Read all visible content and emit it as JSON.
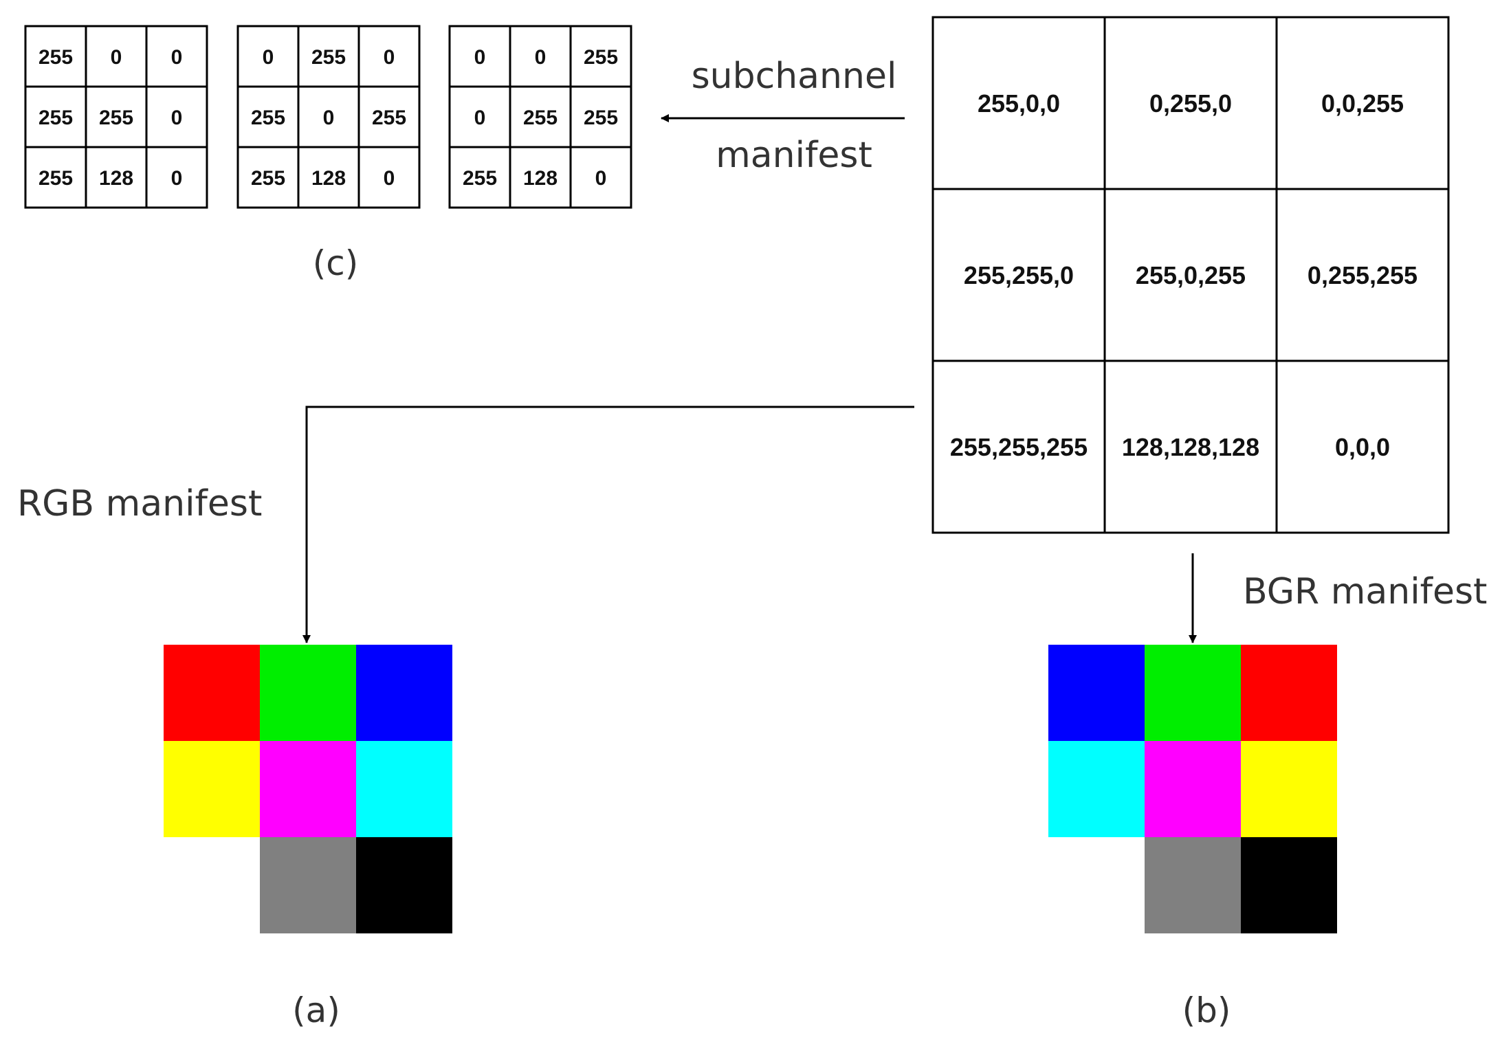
{
  "labels": {
    "subchannel": "subchannel",
    "manifest": "manifest",
    "rgb_manifest": "RGB manifest",
    "bgr_manifest": "BGR manifest",
    "caption_a": "(a)",
    "caption_b": "(b)",
    "caption_c": "(c)"
  },
  "source_grid": [
    [
      "255,0,0",
      "0,255,0",
      "0,0,255"
    ],
    [
      "255,255,0",
      "255,0,255",
      "0,255,255"
    ],
    [
      "255,255,255",
      "128,128,128",
      "0,0,0"
    ]
  ],
  "subchannels": [
    [
      [
        "255",
        "0",
        "0"
      ],
      [
        "255",
        "255",
        "0"
      ],
      [
        "255",
        "128",
        "0"
      ]
    ],
    [
      [
        "0",
        "255",
        "0"
      ],
      [
        "255",
        "0",
        "255"
      ],
      [
        "255",
        "128",
        "0"
      ]
    ],
    [
      [
        "0",
        "0",
        "255"
      ],
      [
        "0",
        "255",
        "255"
      ],
      [
        "255",
        "128",
        "0"
      ]
    ]
  ],
  "rgb_colors": [
    [
      "#ff0000",
      "#00ee00",
      "#0000ff"
    ],
    [
      "#ffff00",
      "#ff00ff",
      "#00ffff"
    ],
    [
      "#ffffff",
      "#808080",
      "#000000"
    ]
  ],
  "bgr_colors": [
    [
      "#0000ff",
      "#00ee00",
      "#ff0000"
    ],
    [
      "#00ffff",
      "#ff00ff",
      "#ffff00"
    ],
    [
      "#ffffff",
      "#808080",
      "#000000"
    ]
  ]
}
